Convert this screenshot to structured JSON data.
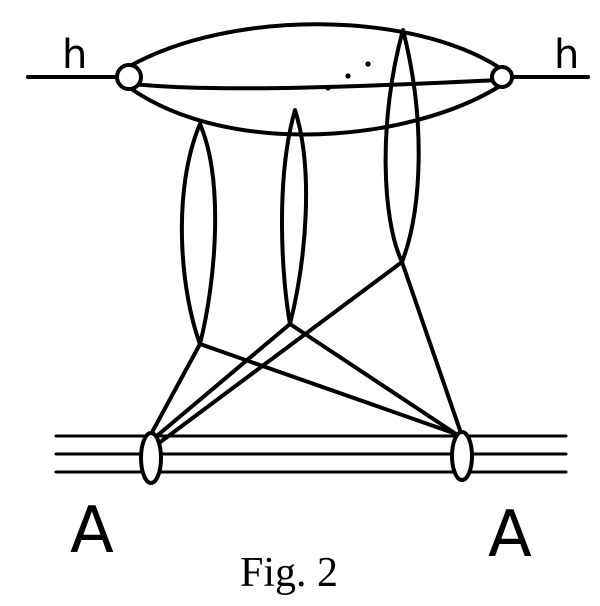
{
  "labels": {
    "top_left": "h",
    "top_right": "h",
    "bottom_left": "A",
    "bottom_right": "A",
    "ellipsis": "..."
  },
  "caption": "Fig. 2",
  "colors": {
    "ink": "#000000",
    "background": "#ffffff"
  }
}
